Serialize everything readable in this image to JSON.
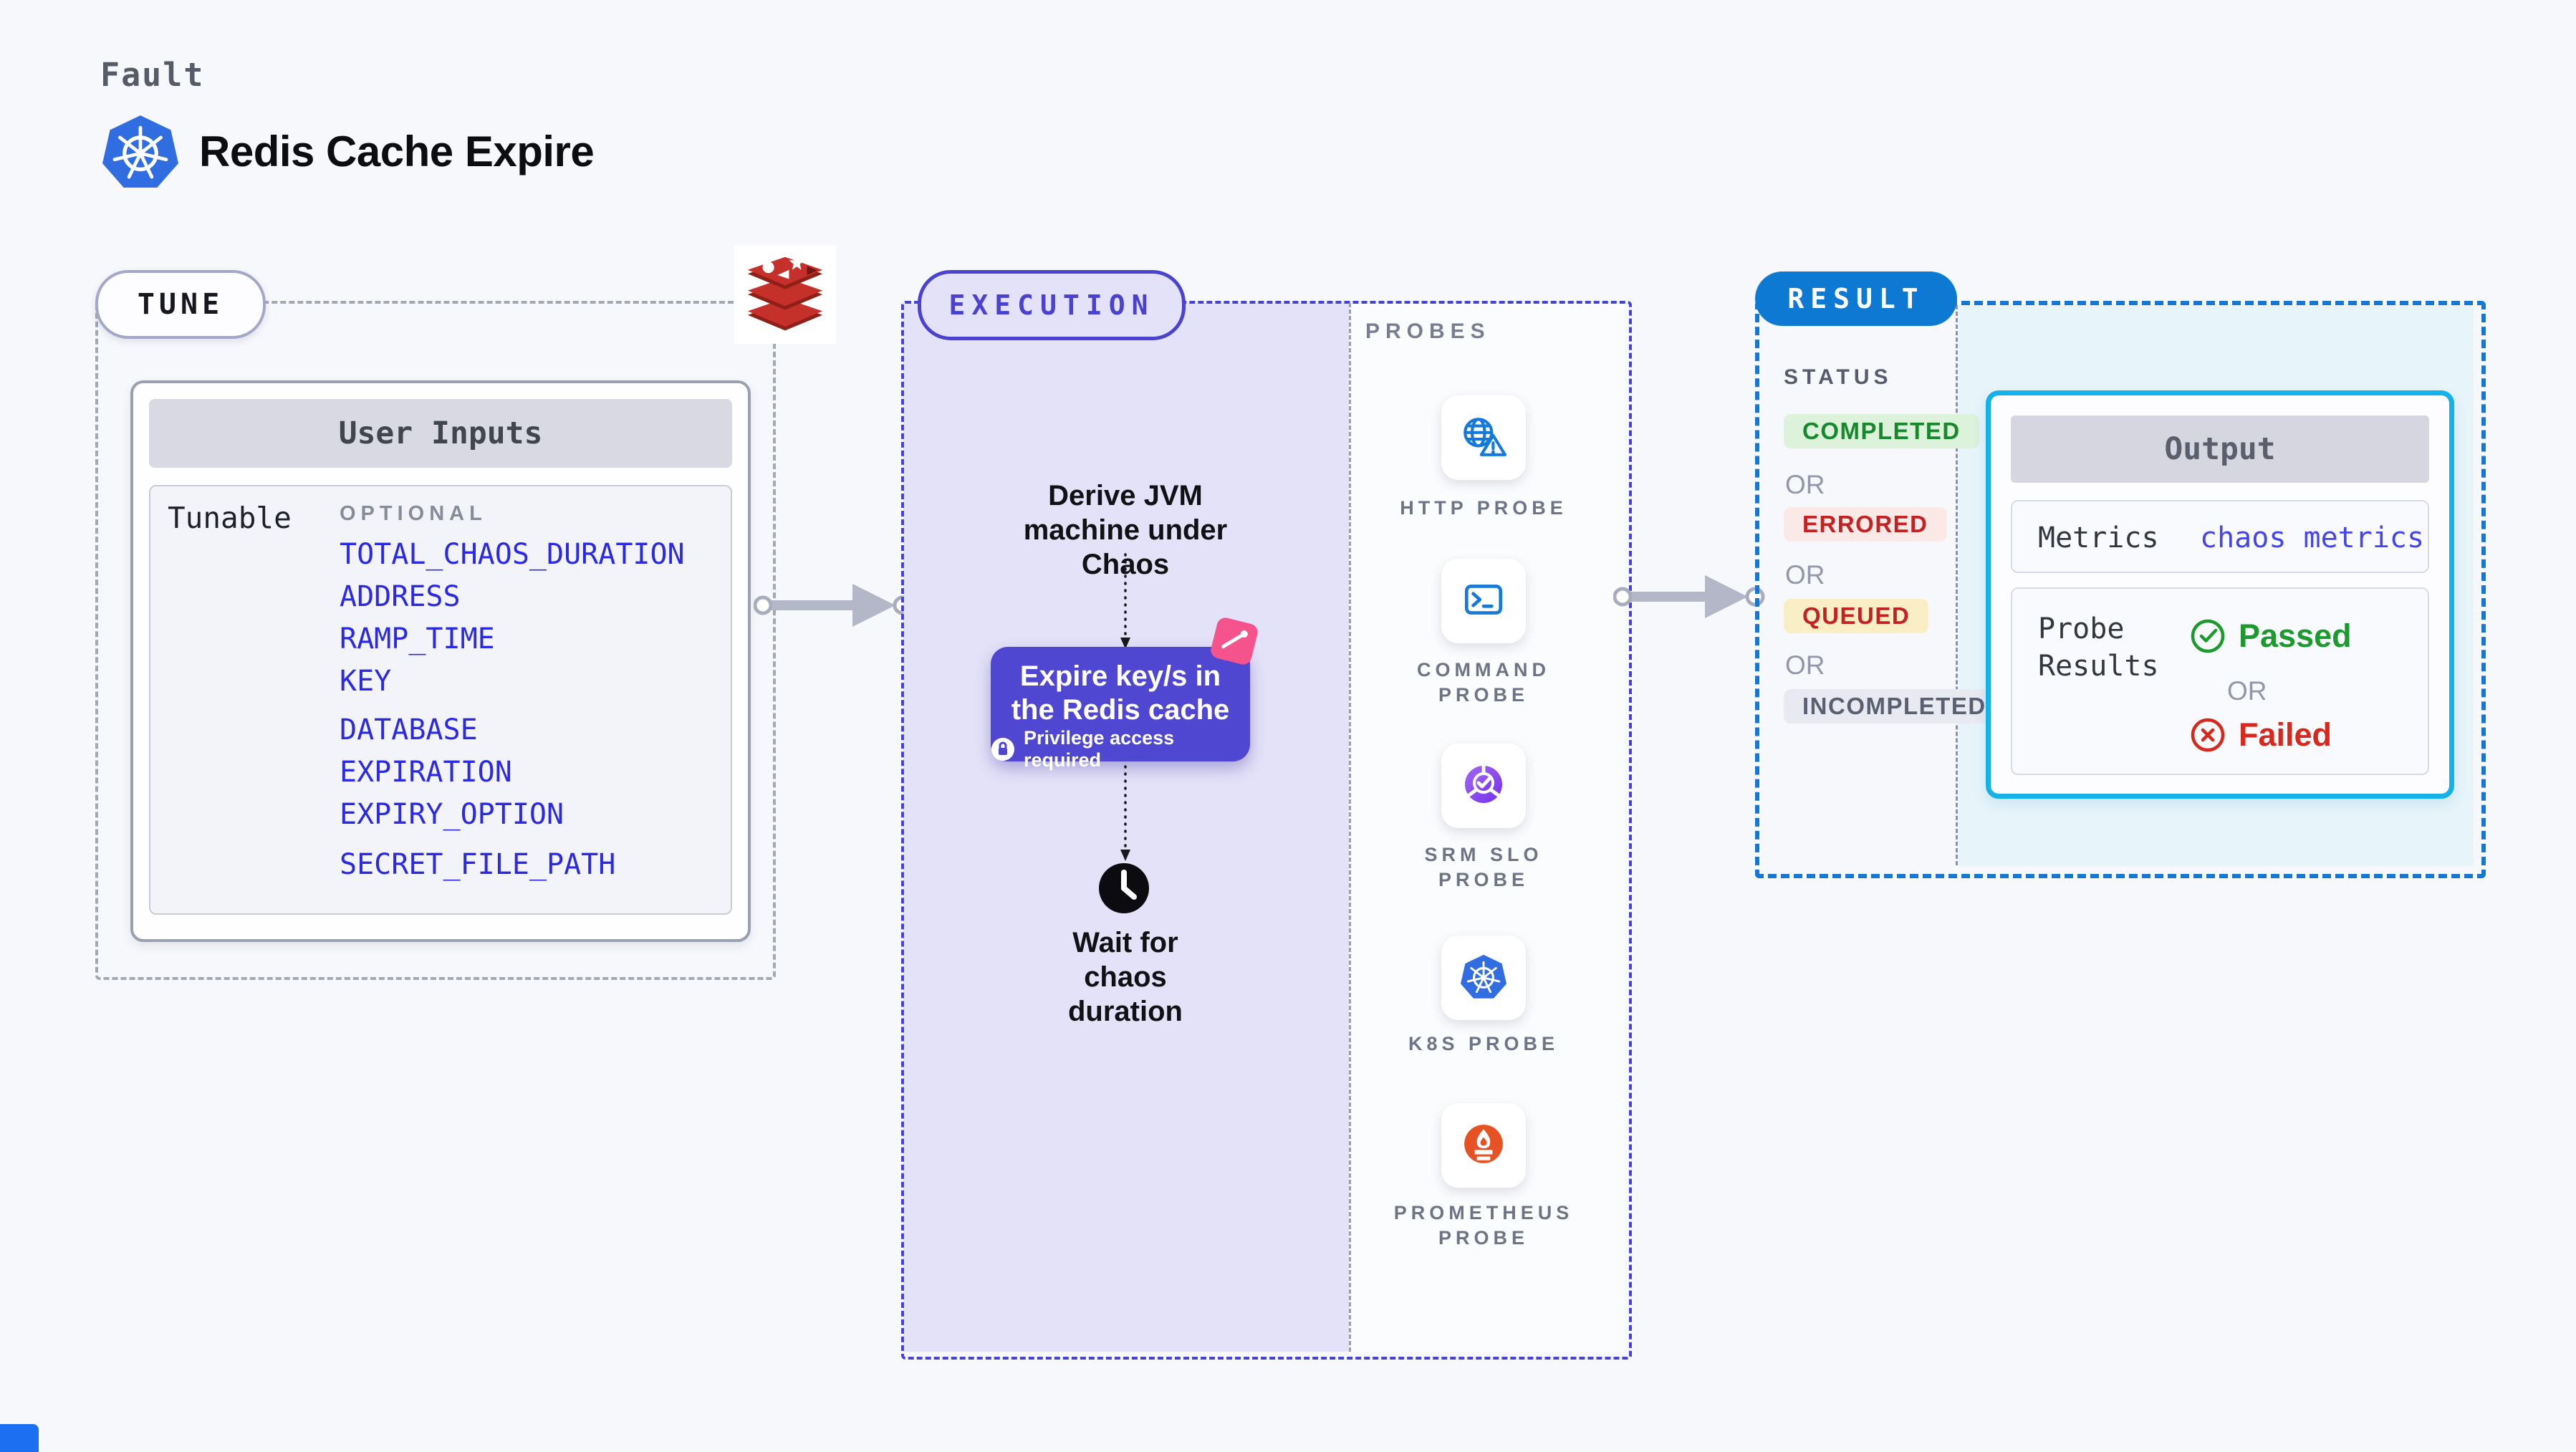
{
  "header": {
    "category_label": "Fault",
    "title": "Redis Cache Expire"
  },
  "tune": {
    "badge_label": "TUNE",
    "panel": {
      "title": "User Inputs",
      "row_label": "Tunable",
      "group_label": "OPTIONAL",
      "inputs": [
        "TOTAL_CHAOS_DURATION",
        "ADDRESS",
        "RAMP_TIME",
        "KEY",
        "DATABASE",
        "EXPIRATION",
        "EXPIRY_OPTION",
        "SECRET_FILE_PATH"
      ]
    }
  },
  "execution": {
    "badge_label": "EXECUTION",
    "derive_step": "Derive JVM machine under Chaos",
    "action_step": {
      "label": "Expire key/s in the Redis cache",
      "note": "Privilege access required"
    },
    "wait_step": "Wait for chaos duration"
  },
  "probes": {
    "section_label": "PROBES",
    "items": [
      {
        "label": "HTTP PROBE",
        "icon": "globe-alert-icon"
      },
      {
        "label": "COMMAND PROBE",
        "icon": "terminal-icon"
      },
      {
        "label": "SRM SLO PROBE",
        "icon": "slo-pie-check-icon"
      },
      {
        "label": "K8S PROBE",
        "icon": "kubernetes-icon"
      },
      {
        "label": "PROMETHEUS PROBE",
        "icon": "prometheus-icon"
      }
    ]
  },
  "result": {
    "badge_label": "RESULT",
    "status_label": "STATUS",
    "or_label": "OR",
    "statuses": [
      {
        "label": "COMPLETED",
        "tone": "success"
      },
      {
        "label": "ERRORED",
        "tone": "error"
      },
      {
        "label": "QUEUED",
        "tone": "warning"
      },
      {
        "label": "INCOMPLETED",
        "tone": "neutral"
      }
    ],
    "output": {
      "title": "Output",
      "metrics_label": "Metrics",
      "metrics_value": "chaos metrics",
      "probe_results_label": "Probe Results",
      "passed_label": "Passed",
      "failed_label": "Failed"
    }
  },
  "colors": {
    "accent_indigo": "#4a43cf",
    "execution_fill": "#e4e2f8",
    "action_purple": "#4f46d2",
    "result_blue": "#0d79d3",
    "output_border": "#15b1e9",
    "output_fill": "#e7f4fa",
    "success_green": "#1d9a2e",
    "error_red": "#d0281e",
    "queued_red": "#c32222",
    "list_blue": "#2b2ae2",
    "pink_badge": "#f4538c"
  }
}
